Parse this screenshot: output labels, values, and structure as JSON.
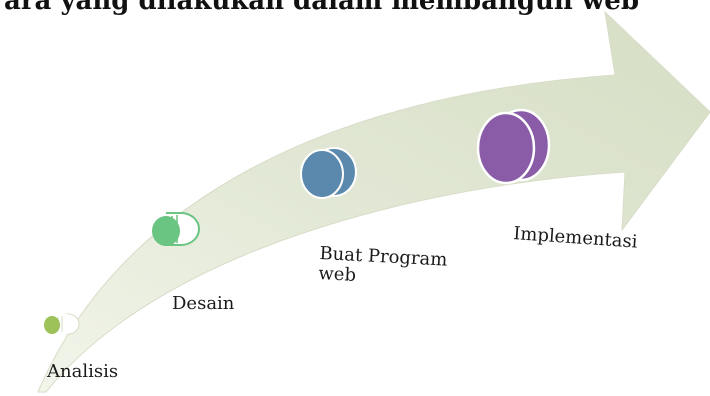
{
  "title": "ara yang dilakukan dalam membangun web",
  "colors": {
    "arrow": "#e1e7d4",
    "analisis": "#9dc25a",
    "desain": "#6ac482",
    "buat_program": "#5b89ad",
    "implementasi": "#8a5ba7"
  },
  "steps": [
    {
      "label": "Analisis",
      "color": "#9dc25a",
      "icon": "small-cylinder-icon"
    },
    {
      "label": "Desain",
      "color": "#6ac482",
      "icon": "green-cylinder-icon"
    },
    {
      "label_line1": "Buat Program",
      "label_line2": "web",
      "color": "#5b89ad",
      "icon": "blue-cylinder-icon"
    },
    {
      "label": "Implementasi",
      "color": "#8a5ba7",
      "icon": "purple-cylinder-icon"
    }
  ]
}
